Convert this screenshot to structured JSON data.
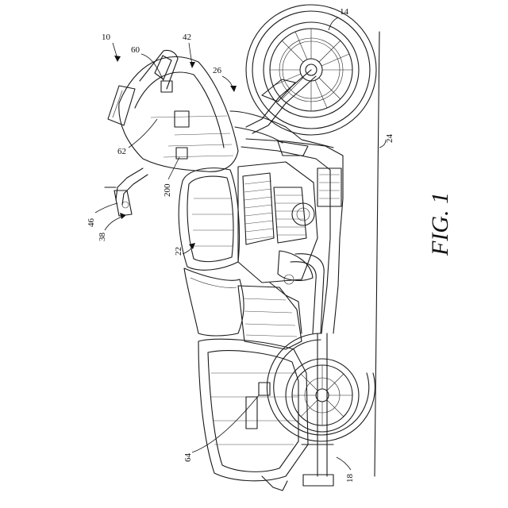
{
  "figure": {
    "caption": "FIG. 1"
  },
  "reference_numerals": {
    "motorcycle": "10",
    "rear_wheel": "14",
    "front_wheel": "18",
    "fairing": "42",
    "front_fender_region": "26",
    "ground_line": "24",
    "fuel_tank": "22",
    "handlebar_assembly": "38",
    "hand_grip": "46",
    "windshield_sensor": "60",
    "fairing_sensor": "62",
    "tank_sensor": "200",
    "saddlebag_sensor": "64"
  }
}
